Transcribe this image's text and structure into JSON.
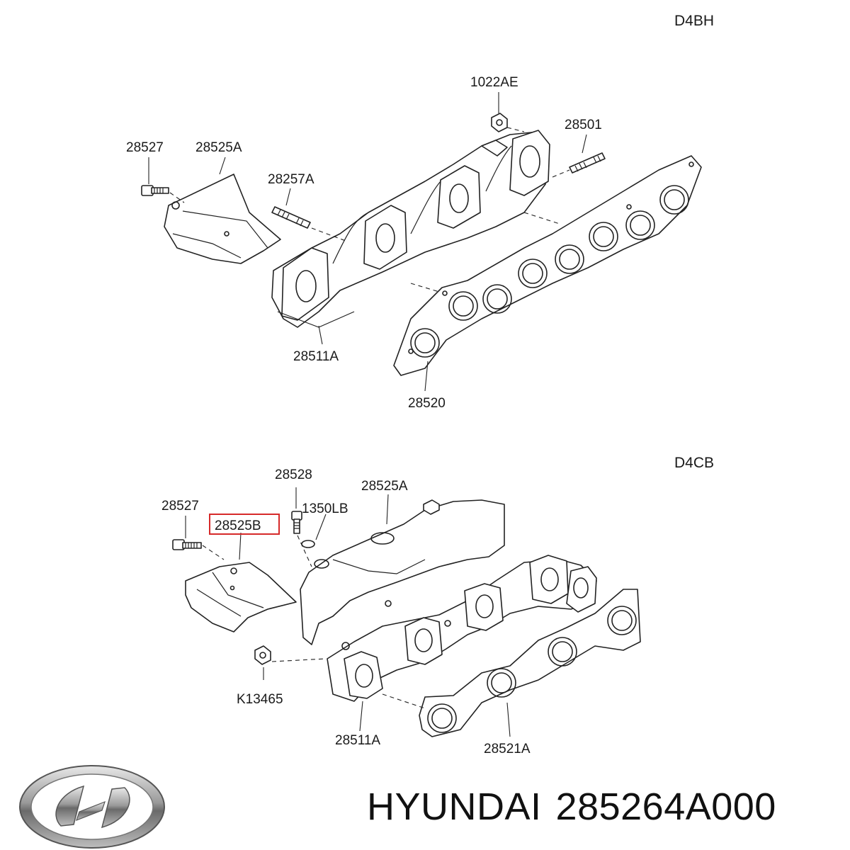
{
  "engines": {
    "top": "D4BH",
    "bottom": "D4CB"
  },
  "top_labels": {
    "nut": "1022AE",
    "stud_right": "28501",
    "bolt": "28527",
    "heat_shield": "28525A",
    "stud_left": "28257A",
    "manifold": "28511A",
    "gasket": "28520"
  },
  "bottom_labels": {
    "bolt_upper": "28528",
    "bolt_left": "28527",
    "upper_shield": "28525A",
    "washer": "1350LB",
    "highlighted_part": "28525B",
    "nut": "K13465",
    "manifold": "28511A",
    "gasket": "28521A"
  },
  "highlight_color": "#d62a2a",
  "caption": {
    "brand": "HYUNDAI",
    "part_number": "285264A000"
  },
  "logo": {
    "icon": "hyundai-logo-icon",
    "text": "H"
  }
}
